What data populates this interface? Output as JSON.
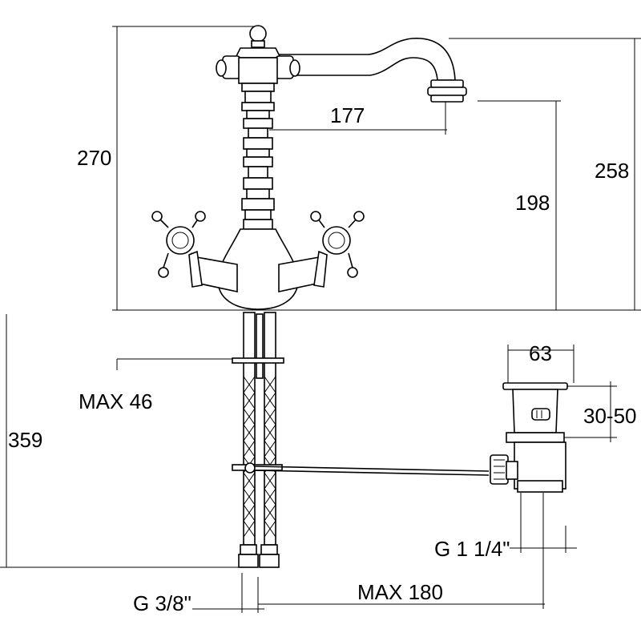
{
  "dimensions": {
    "d270": "270",
    "d177": "177",
    "d258": "258",
    "d198": "198",
    "d359": "359",
    "max46": "MAX 46",
    "d63": "63",
    "d3050": "30-50",
    "g114": "G 1 1/4\"",
    "g38": "G 3/8\"",
    "max180": "MAX 180"
  }
}
